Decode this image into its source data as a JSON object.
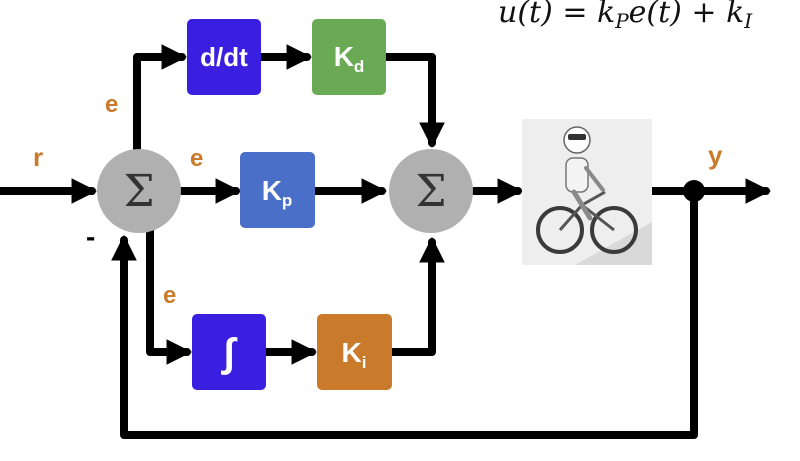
{
  "equation": {
    "text": "u(t) = k",
    "sub_p": "P",
    "mid": "e(t) + k",
    "sub_i": "I"
  },
  "blocks": {
    "derivative": {
      "label": "d/dt",
      "color": "#3a1fe0"
    },
    "kd": {
      "label": "K",
      "sub": "d",
      "color": "#6aaa55"
    },
    "kp": {
      "label": "K",
      "sub": "p",
      "color": "#4a6fc8"
    },
    "integral": {
      "label": "∫",
      "color": "#3a1fe0"
    },
    "ki": {
      "label": "K",
      "sub": "i",
      "color": "#c97a2b"
    }
  },
  "summers": {
    "symbol": "Σ",
    "color": "#b0b0b0"
  },
  "signals": {
    "reference": "r",
    "error_top": "e",
    "error_mid": "e",
    "error_bottom": "e",
    "output": "y",
    "minus": "-"
  },
  "plant": {
    "icon": "robot-cyclist-icon"
  }
}
